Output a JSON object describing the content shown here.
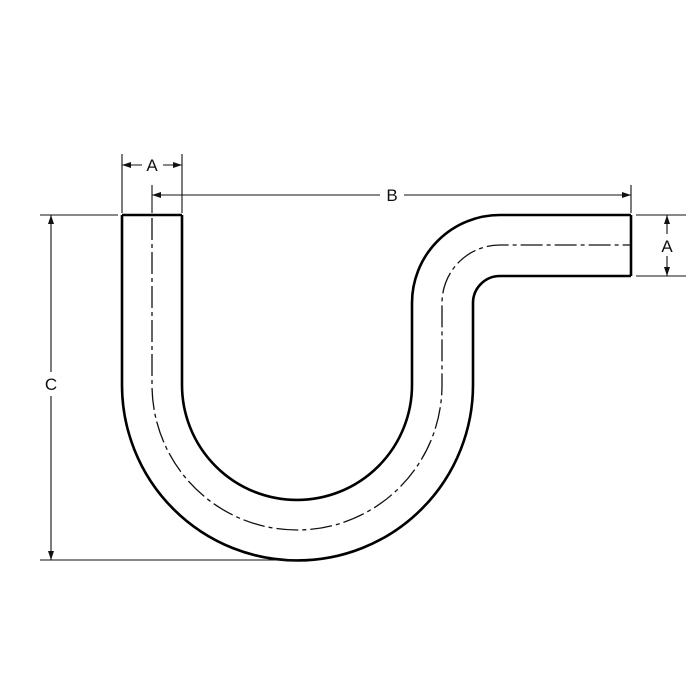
{
  "drawing": {
    "type": "tube-bend-technical-drawing",
    "description": "U-bend tube with offset upper leg, dimensioned",
    "colors": {
      "line": "#000000",
      "background": "#ffffff"
    },
    "dimensions": {
      "top_width": {
        "label": "A"
      },
      "overall_length": {
        "label": "B"
      },
      "right_leg_height": {
        "label": "A"
      },
      "overall_height": {
        "label": "C"
      }
    }
  }
}
